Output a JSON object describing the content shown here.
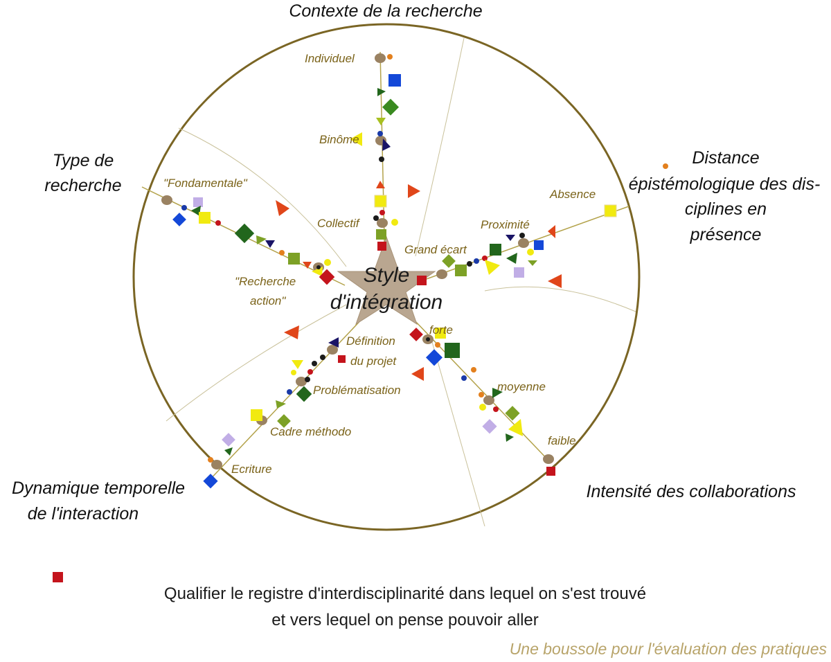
{
  "center": {
    "line1": "Style",
    "line2": "d'intégration"
  },
  "axes": [
    {
      "id": "contexte",
      "title_lines": [
        "Contexte de la recherche"
      ],
      "nodes": [
        "Individuel",
        "Binôme",
        "Collectif"
      ]
    },
    {
      "id": "distance",
      "title_lines": [
        "Distance",
        "épistémologique des dis-",
        "ciplines en",
        "présence"
      ],
      "nodes": [
        "Absence",
        "Proximité",
        "Grand écart"
      ]
    },
    {
      "id": "intensite",
      "title_lines": [
        "Intensité des collaborations"
      ],
      "nodes": [
        "forte",
        "moyenne",
        "faible"
      ]
    },
    {
      "id": "dynamique",
      "title_lines": [
        "Dynamique temporelle",
        "de l'interaction"
      ],
      "nodes": [
        "Définition",
        "du projet",
        "Problématisation",
        "Cadre méthodo",
        "Ecriture"
      ]
    },
    {
      "id": "type",
      "title_lines": [
        "Type de",
        "recherche"
      ],
      "nodes": [
        "\"Fondamentale\"",
        "\"Recherche",
        "action\""
      ]
    }
  ],
  "caption": {
    "line1": "Qualifier le registre d'interdisciplinarité dans lequel on s'est trouvé",
    "line2": "et vers lequel on pense pouvoir aller"
  },
  "subtitle": "Une boussole pour l'évaluation des pratiques",
  "colors": {
    "circle": "#7a6524",
    "axis_line": "#b3a24a",
    "star": "#b9a690",
    "node": "#9a8262",
    "label": "#7a6218",
    "bullet": "#c4141c",
    "orange": "#e3801e",
    "red_triangle": "#e0461a",
    "dark_red": "#c4141c",
    "yellow": "#f1ea10",
    "green": "#7da126",
    "dark_green": "#22661c",
    "blue": "#1448d8",
    "lavender": "#c1aee6",
    "navy": "#1a1466",
    "black": "#1b1b1b"
  }
}
